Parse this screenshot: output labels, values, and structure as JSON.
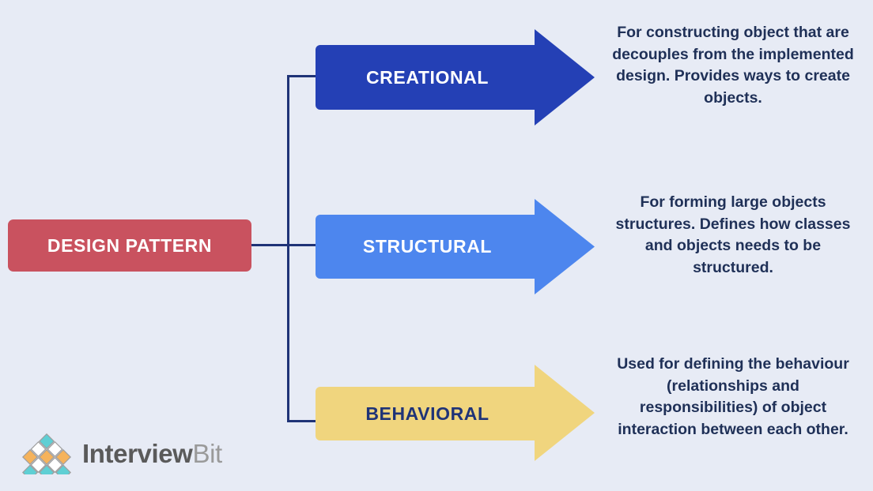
{
  "colors": {
    "background": "#e7ebf5",
    "root_box": "#c9525f",
    "connector": "#1f3377",
    "creational": "#2440b5",
    "structural": "#4d86ee",
    "behavioral": "#f0d57e",
    "description_text": "#1f3057",
    "logo_teal": "#5fcfd4",
    "logo_orange": "#f5b35c",
    "logo_white": "#ffffff",
    "logo_outline": "#9e9e9e"
  },
  "root": {
    "label": "DESIGN PATTERN"
  },
  "branches": [
    {
      "key": "creational",
      "label": "CREATIONAL",
      "color": "#2440b5",
      "label_color": "#ffffff",
      "description": "For constructing object that are decouples from the implemented design. Provides ways to create objects."
    },
    {
      "key": "structural",
      "label": "STRUCTURAL",
      "color": "#4d86ee",
      "label_color": "#ffffff",
      "description": "For forming large objects structures. Defines how classes and objects needs to be structured."
    },
    {
      "key": "behavioral",
      "label": "BEHAVIORAL",
      "color": "#f0d57e",
      "label_color": "#1f3377",
      "description": "Used for defining the behaviour (relationships and responsibilities) of object interaction between each other."
    }
  ],
  "logo": {
    "mark": "diamond-grid-icon",
    "name_bold": "Interview",
    "name_light": "Bit"
  }
}
